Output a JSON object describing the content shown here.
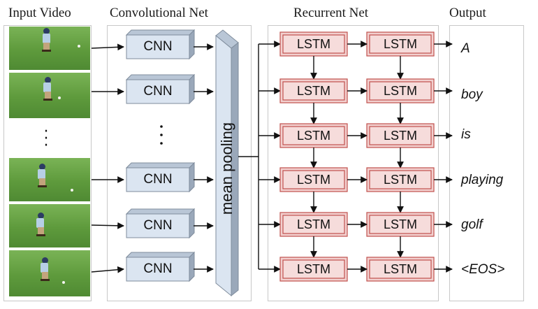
{
  "headers": {
    "input_video": "Input Video",
    "convolutional_net": "Convolutional Net",
    "recurrent_net": "Recurrent Net",
    "output": "Output"
  },
  "cnn_label": "CNN",
  "pooling_label": "mean pooling",
  "lstm_label": "LSTM",
  "output_words": [
    "A",
    "boy",
    "is",
    "playing",
    "golf",
    "<EOS>"
  ],
  "colors": {
    "cnn_fill": "#dbe5f1",
    "lstm_fill": "#f2d0cf",
    "lstm_border": "#c0504d",
    "pool_fill": "#dbe5f1"
  }
}
